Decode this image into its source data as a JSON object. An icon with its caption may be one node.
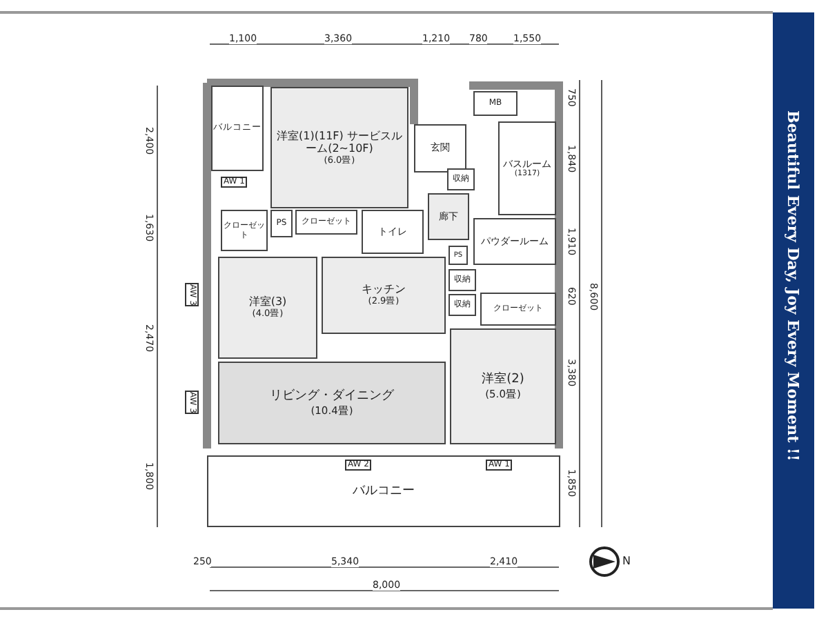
{
  "diagram": {
    "nodes": [
      {
        "text": [
          "バルコニー"
        ]
      },
      {
        "text": [
          "洋室(1)(11F) サービスルーム(2~10F)",
          "(6.0畳)"
        ]
      },
      {
        "text": [
          "玄関"
        ]
      },
      {
        "text": [
          "MB"
        ]
      },
      {
        "text": [
          "バスルーム",
          "(1317)"
        ]
      },
      {
        "text": [
          "収納"
        ]
      },
      {
        "text": [
          "PS"
        ]
      },
      {
        "text": [
          "クローゼット"
        ]
      },
      {
        "text": [
          "クローゼット"
        ]
      },
      {
        "text": [
          "トイレ"
        ]
      },
      {
        "text": [
          "廊下"
        ]
      },
      {
        "text": [
          "パウダールーム"
        ]
      },
      {
        "text": [
          "洋室(3)",
          "(4.0畳)"
        ]
      },
      {
        "text": [
          "キッチン",
          "(2.9畳)"
        ]
      },
      {
        "text": [
          "PS"
        ]
      },
      {
        "text": [
          "収納"
        ]
      },
      {
        "text": [
          "収納"
        ]
      },
      {
        "text": [
          "クローゼット"
        ]
      },
      {
        "text": [
          "リビング・ダイニング",
          "(10.4畳)"
        ]
      },
      {
        "text": [
          "洋室(2)",
          "(5.0畳)"
        ]
      },
      {
        "text": [
          "バルコニー"
        ]
      }
    ],
    "labels": [
      "1,100",
      "3,360",
      "1,210",
      "780",
      "1,550",
      "2,400",
      "1,630",
      "2,470",
      "1,800",
      "750",
      "1,840",
      "1,910",
      "620",
      "3,380",
      "1,850",
      "8,600",
      "AW 1",
      "AW 3",
      "AW 3",
      "AW 2",
      "AW 1",
      "250",
      "5,340",
      "2,410",
      "8,000",
      "N",
      "Beautiful  Every Day, Joy Every Moment !!"
    ]
  }
}
